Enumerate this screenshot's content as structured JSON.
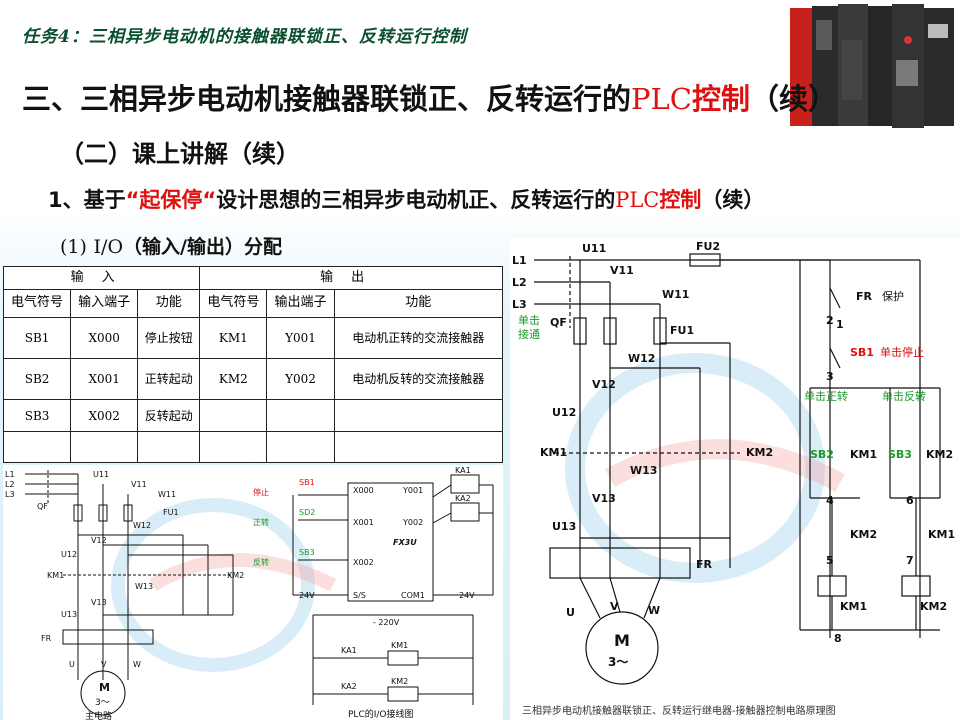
{
  "header": {
    "task_title": "任务4：三相异步电动机的接触器联锁正、反转运行控制"
  },
  "title": {
    "prefix": "三、三相异步电动机接触器联锁正、反转运行的",
    "plc": "PLC",
    "kongzhi": "控制",
    "suffix": "（续）"
  },
  "section": {
    "label": "（二）课上讲解（续）"
  },
  "subsection": {
    "prefix": "1、基于",
    "quote": "“起保停“",
    "mid": "设计思想的三相异步电动机正、反转运行的",
    "plc": "PLC",
    "kongzhi": "控制",
    "suffix": "（续）"
  },
  "io_heading": {
    "num": "(1)",
    "io": "I/O",
    "rest": "（输入/输出）分配"
  },
  "io_table": {
    "group_input": "输入",
    "group_output": "输出",
    "columns": [
      "电气符号",
      "输入端子",
      "功能",
      "电气符号",
      "输出端子",
      "功能"
    ],
    "rows": [
      [
        "SB1",
        "X000",
        "停止按钮",
        "KM1",
        "Y001",
        "电动机正转的交流接触器"
      ],
      [
        "SB2",
        "X001",
        "正转起动",
        "KM2",
        "Y002",
        "电动机反转的交流接触器"
      ],
      [
        "SB3",
        "X002",
        "反转起动",
        "",
        "",
        ""
      ]
    ]
  },
  "left_diagram": {
    "phases": [
      "L1",
      "L2",
      "L3"
    ],
    "labels": {
      "qf": "QF",
      "u11": "U11",
      "v11": "V11",
      "w11": "W11",
      "fu1": "FU1",
      "w12": "W12",
      "v12": "V12",
      "u12": "U12",
      "km1": "KM1",
      "km2": "KM2",
      "w13": "W13",
      "v13": "V13",
      "u13": "U13",
      "fr": "FR",
      "u": "U",
      "v": "V",
      "w": "W",
      "m": "M",
      "m3": "3～",
      "main_circuit": "主电路"
    },
    "plc_labels": {
      "stop": "停止",
      "fwd": "正转",
      "rev": "反转",
      "sb1": "SB1",
      "sd2": "SD2",
      "sb3": "SB3",
      "x000": "X000",
      "x001": "X001",
      "x002": "X002",
      "y001": "Y001",
      "y002": "Y002",
      "model": "FX3U",
      "v24": "24V",
      "ss": "S/S",
      "com1": "COM1",
      "v24r": "24V",
      "v220": "- 220V",
      "ka1": "KA1",
      "ka2": "KA2",
      "km1": "KM1",
      "km2": "KM2",
      "caption": "PLC的I/O接线图"
    }
  },
  "right_diagram": {
    "phases": [
      "L1",
      "L2",
      "L3"
    ],
    "labels": {
      "u11": "U11",
      "v11": "V11",
      "w11": "W11",
      "fu2": "FU2",
      "fu1": "FU1",
      "qf": "QF",
      "single": "单击",
      "connect": "接通",
      "fr": "FR",
      "protect": "保护",
      "sb1": "SB1",
      "single_stop": "单击停止",
      "w12": "W12",
      "v12": "V12",
      "u12": "U12",
      "km1": "KM1",
      "km2": "KM2",
      "w13": "W13",
      "v13": "V13",
      "u13": "U13",
      "single_fwd": "单击正转",
      "single_rev": "单击反转",
      "sb2": "SB2",
      "sb3": "SB3",
      "u": "U",
      "v": "V",
      "w": "W",
      "m": "M",
      "m3": "3～",
      "n1": "1",
      "n2": "2",
      "n3": "3",
      "n4": "4",
      "n5": "5",
      "n6": "6",
      "n7": "7",
      "n8": "8"
    },
    "caption": "三相异步电动机接触器联锁正、反转运行继电器-接触器控制电路原理图"
  },
  "colors": {
    "accent_red": "#e01010",
    "green_label": "#1a9a2a",
    "task_green": "#0a4f2e"
  }
}
